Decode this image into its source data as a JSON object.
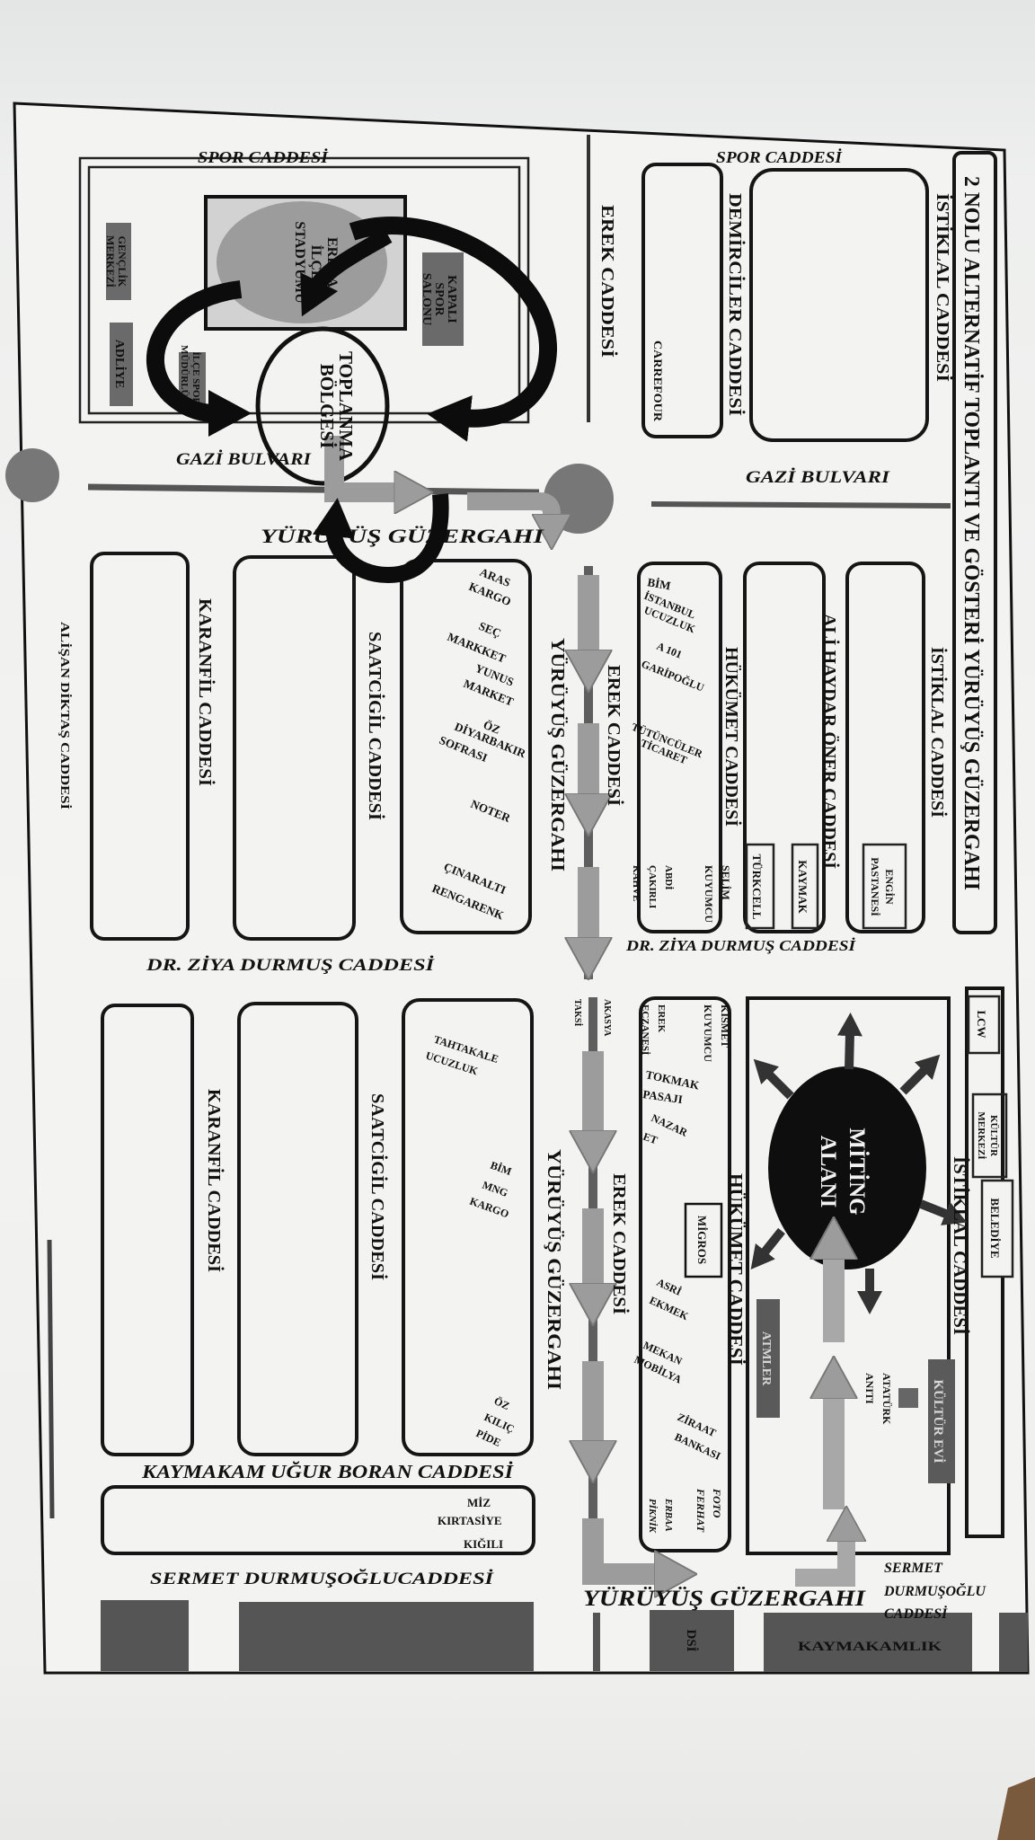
{
  "title": "2 NOLU ALTERNATİF TOPLANTI VE GÖSTERİ YÜRÜYÜŞ GÜZERGAHI",
  "streets": {
    "spor_left": "SPOR CADDESİ",
    "spor_right": "SPOR CADDESİ",
    "gazi_left": "GAZİ BULVARI",
    "gazi_right": "GAZİ BULVARI",
    "erek_top": "EREK CADDESİ",
    "erek_mid": "EREK CADDESİ",
    "erek_bottom": "EREK CADDESİ",
    "demirciler": "DEMİRCİLER CADDESİ",
    "istiklal_top": "İSTİKLAL CADDESİ",
    "istiklal_mid": "İSTİKLAL CADDESİ",
    "istiklal_bottom": "İSTİKLAL CADDESİ",
    "alisan": "ALİŞAN DİKTAŞ CADDESİ",
    "karanfil_mid": "KARANFİL CADDESİ",
    "karanfil_bottom": "KARANFİL CADDESİ",
    "saatcigil_mid": "SAATCİGİL CADDESİ",
    "saatcigil_bottom": "SAATCİGİL CADDESİ",
    "hukumet_mid": "HÜKÜMET CADDESİ",
    "hukumet_bottom": "HÜKÜMET CADDESİ",
    "ali_haydar": "ALİ HAYDAR ÖNER CADDESİ",
    "dr_ziya_left": "DR. ZİYA DURMUŞ CADDESİ",
    "dr_ziya_right": "DR. ZİYA DURMUŞ CADDESİ",
    "kaymakam": "KAYMAKAM UĞUR BORAN CADDESİ",
    "sermet_left": "SERMET DURMUŞOĞLUCADDESİ",
    "sermet_right": [
      "SERMET",
      "DURMUŞOĞLU",
      "CADDESİ"
    ]
  },
  "route": {
    "top": "YÜRÜYÜŞ GÜZERGAHI",
    "mid": "YÜRÜYÜŞ GÜZERGAHI",
    "low": "YÜRÜYÜŞ GÜZERGAHI",
    "bottom": "YÜRÜYÜŞ GÜZERGAHI"
  },
  "buildings": {
    "stadium": [
      "ERBAA",
      "İLÇE",
      "STADYUMU"
    ],
    "kapali_spor": [
      "KAPALI",
      "SPOR",
      "SALONU"
    ],
    "genclik": [
      "GENÇLİK",
      "MERKEZİ"
    ],
    "adliye": "ADLİYE",
    "ilce_spor": [
      "İLÇE SPOR",
      "MÜDÜRLÜĞÜ"
    ],
    "toplanma": [
      "TOPLANMA",
      "BÖLGESİ"
    ],
    "carrefour": "CARREFOUR",
    "turkcell": "TÜRKCELL",
    "kaymak": "KAYMAK",
    "engin": [
      "ENGİN",
      "PASTANESİ"
    ],
    "miting": [
      "MİTİNG",
      "ALANI"
    ],
    "atmler": "ATMLER",
    "kultur_evi": "KÜLTÜR EVİ",
    "ataturk": [
      "ATATÜRK",
      "ANITI"
    ],
    "lcw": "LCW",
    "kultur_merkezi": [
      "KÜLTÜR",
      "MERKEZİ"
    ],
    "belediye": "BELEDİYE",
    "migros": "MİGROS",
    "dsi": "DSİ",
    "kaymakamlik": "KAYMAKAMLIK"
  },
  "shops": {
    "aras": [
      "ARAS",
      "KARGO"
    ],
    "sec": [
      "SEÇ",
      "MARKKET"
    ],
    "yunus": [
      "YUNUS",
      "MARKET"
    ],
    "oz_diyarbakir": [
      "ÖZ",
      "DİYARBAKIR",
      "SOFRASI"
    ],
    "noter": "NOTER",
    "cinaralti": [
      "ÇINARALTI",
      "RENGARENK"
    ],
    "bim_top": "BİM",
    "istanbul": [
      "İSTANBUL",
      "UCUZLUK"
    ],
    "a101": "A 101",
    "garipoglu": "GARİPOĞLU",
    "tutunculer": [
      "TÜTÜNCÜLER",
      "TİCARET"
    ],
    "selim": [
      "SELİM",
      "KUYUMCU"
    ],
    "abdi": [
      "ABDİ",
      "ÇAKIRLI",
      "KAHVE"
    ],
    "akasya": [
      "AKASYA",
      "TAKSİ"
    ],
    "tahtakale": [
      "TAHTAKALE",
      "UCUZLUK"
    ],
    "bim_bottom": "BİM",
    "mng": [
      "MNG",
      "KARGO"
    ],
    "oz_kilic": [
      "ÖZ",
      "KILIÇ",
      "PİDE"
    ],
    "kismet": [
      "KISMET",
      "KUYUMCU"
    ],
    "erek_eczanesi": [
      "EREK",
      "ECZANESİ"
    ],
    "tokmak": [
      "TOKMAK",
      "PASAJI"
    ],
    "nazar": [
      "NAZAR",
      "ET"
    ],
    "asri": [
      "ASRİ",
      "EKMEK"
    ],
    "mekan": [
      "MEKAN",
      "MOBİLYA"
    ],
    "ziraat": [
      "ZİRAAT",
      "BANKASI"
    ],
    "foto": [
      "FOTO",
      "FERHAT"
    ],
    "erbaa_piknik": [
      "ERBAA",
      "PİKNİK"
    ],
    "miz": [
      "MİZ",
      "KIRTASİYE"
    ],
    "kigili": "KIĞILI"
  },
  "colors": {
    "route_arrow": "#9c9c9c",
    "route_bar": "#5e5e5e",
    "building_dark": "#5a5a5a",
    "building_mid": "#8a8a8a",
    "miting_area": "#0e0e0e"
  }
}
